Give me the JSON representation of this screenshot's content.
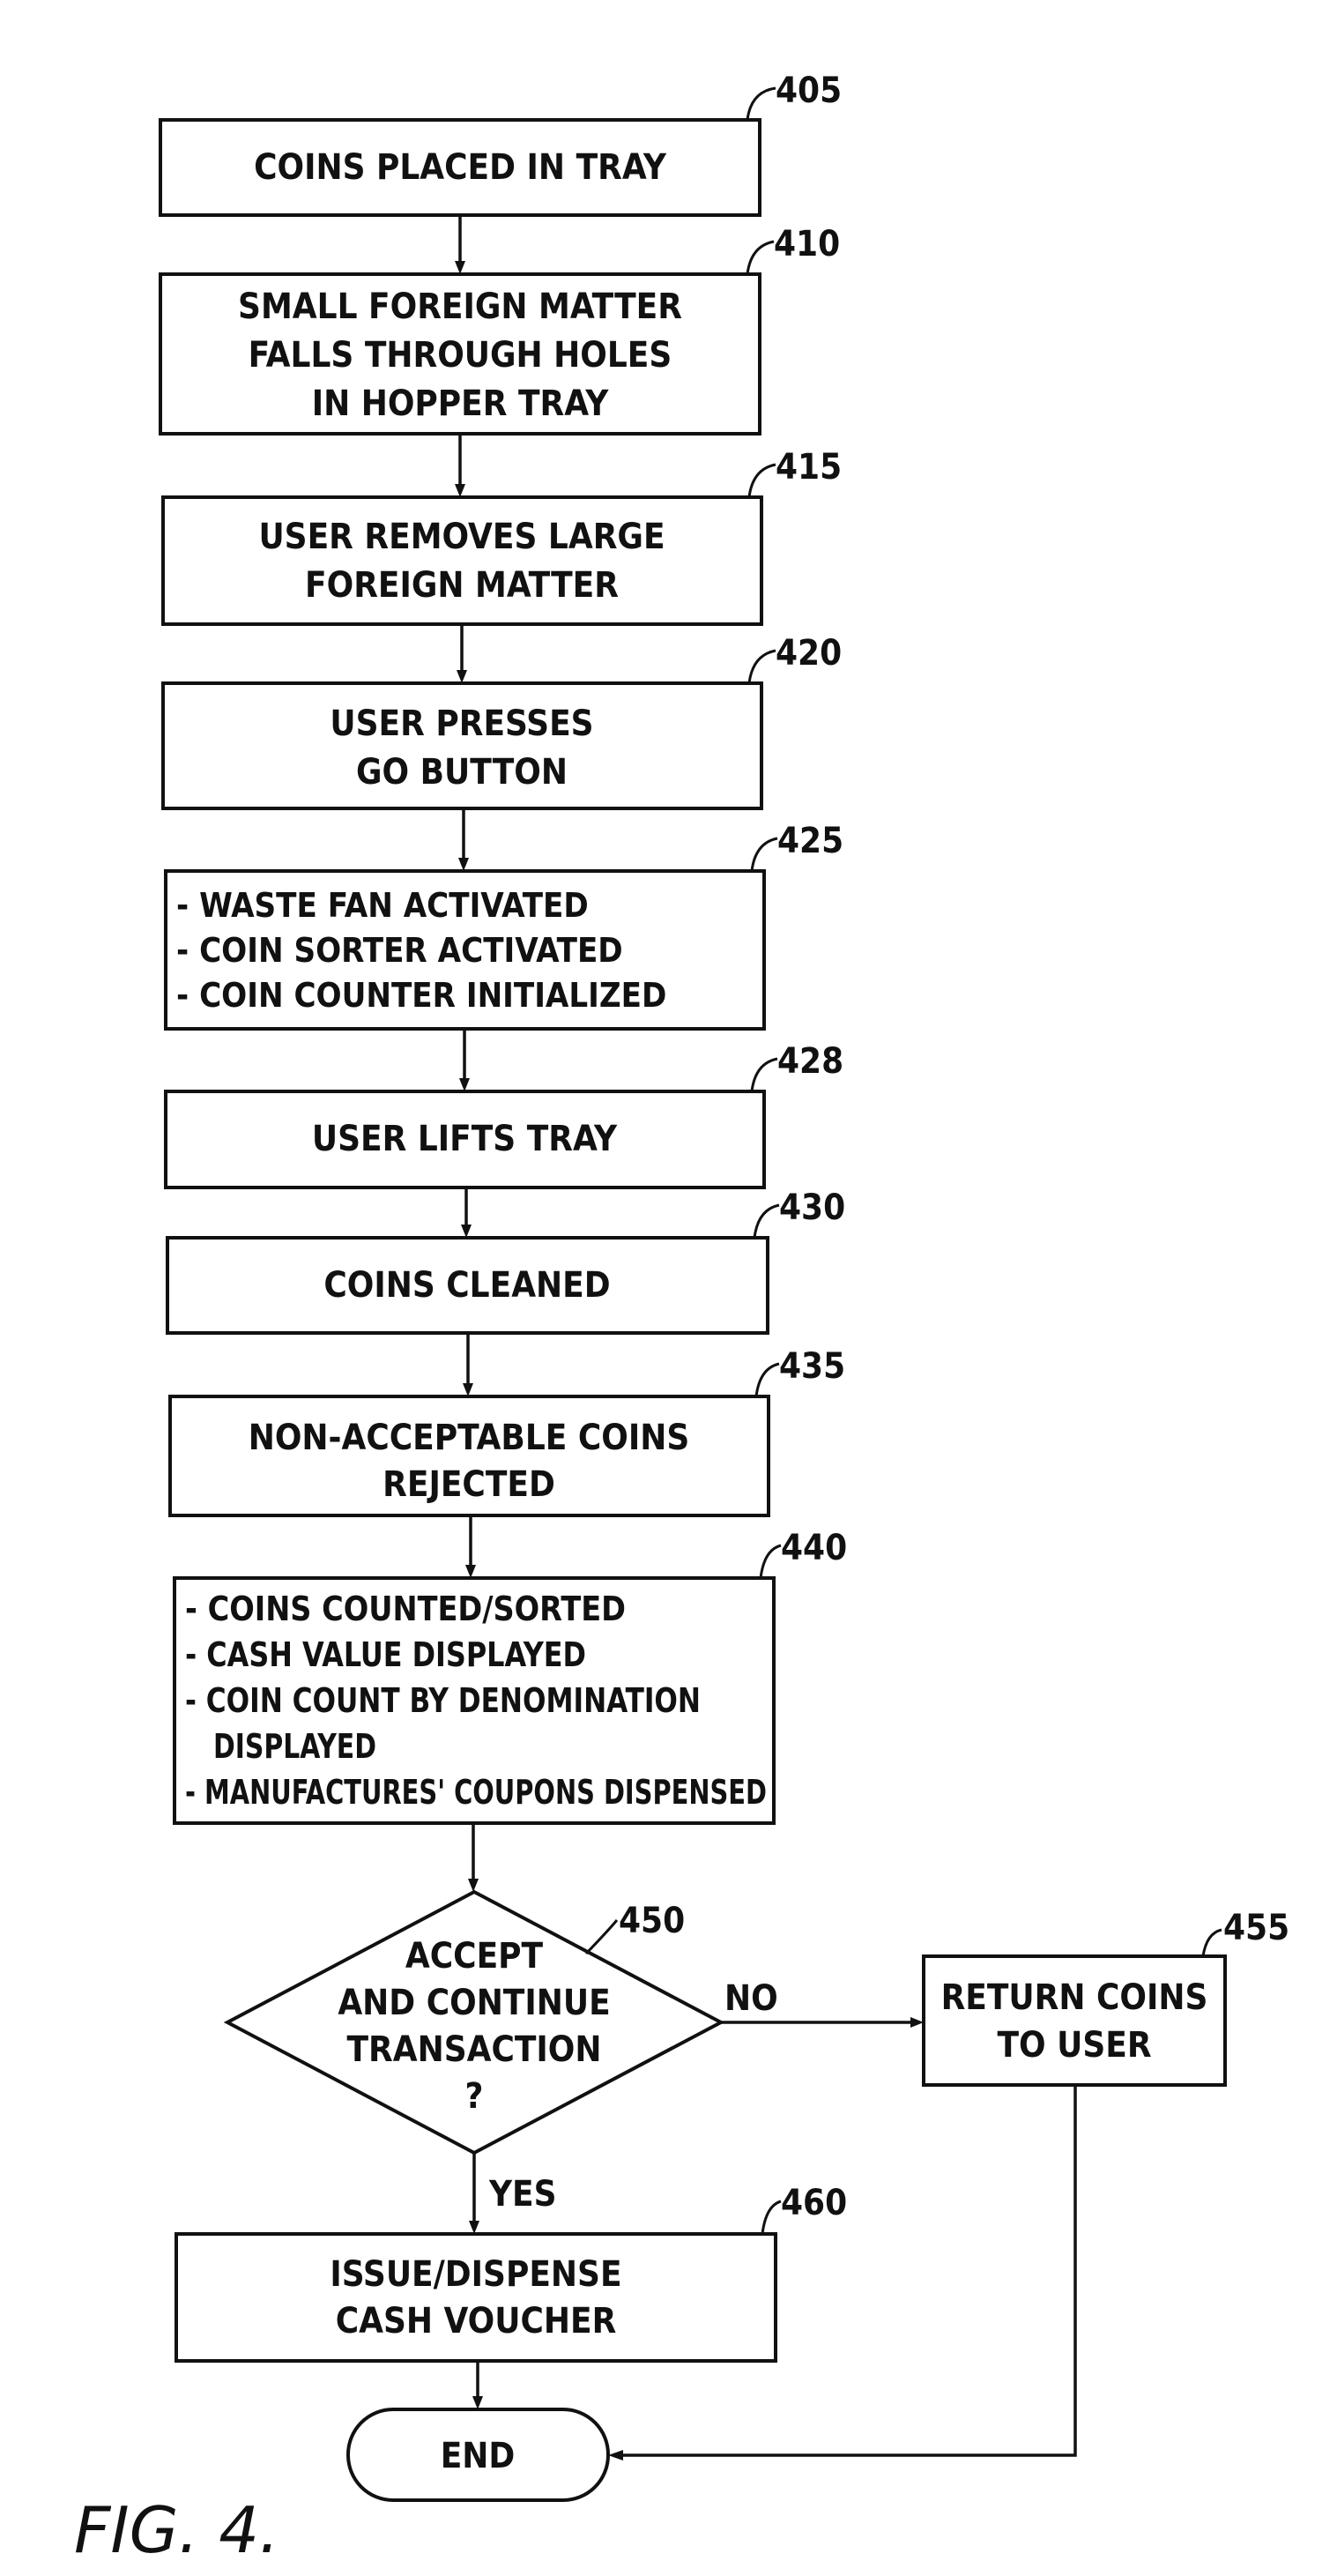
{
  "figure_label": "FIG. 4.",
  "steps": [
    {
      "id": "405",
      "ref": "405",
      "lines": [
        "COINS PLACED IN TRAY"
      ]
    },
    {
      "id": "410",
      "ref": "410",
      "lines": [
        "SMALL FOREIGN MATTER",
        "FALLS THROUGH HOLES",
        "IN HOPPER TRAY"
      ]
    },
    {
      "id": "415",
      "ref": "415",
      "lines": [
        "USER REMOVES LARGE",
        "FOREIGN MATTER"
      ]
    },
    {
      "id": "420",
      "ref": "420",
      "lines": [
        "USER PRESSES",
        "GO BUTTON"
      ]
    },
    {
      "id": "425",
      "ref": "425",
      "lines": [
        "- WASTE FAN ACTIVATED",
        "- COIN SORTER ACTIVATED",
        "- COIN COUNTER INITIALIZED"
      ]
    },
    {
      "id": "428",
      "ref": "428",
      "lines": [
        "USER LIFTS TRAY"
      ]
    },
    {
      "id": "430",
      "ref": "430",
      "lines": [
        "COINS CLEANED"
      ]
    },
    {
      "id": "435",
      "ref": "435",
      "lines": [
        "NON-ACCEPTABLE COINS",
        "REJECTED"
      ]
    },
    {
      "id": "440",
      "ref": "440",
      "lines": [
        "- COINS COUNTED/SORTED",
        "- CASH VALUE DISPLAYED",
        "- COIN COUNT BY DENOMINATION",
        "DISPLAYED",
        "- MANUFACTURES' COUPONS DISPENSED"
      ]
    },
    {
      "id": "450",
      "ref": "450",
      "lines": [
        "ACCEPT",
        "AND CONTINUE",
        "TRANSACTION",
        "?"
      ]
    },
    {
      "id": "455",
      "ref": "455",
      "lines": [
        "RETURN COINS",
        "TO USER"
      ]
    },
    {
      "id": "460",
      "ref": "460",
      "lines": [
        "ISSUE/DISPENSE",
        "CASH VOUCHER"
      ]
    },
    {
      "id": "end",
      "ref": "",
      "lines": [
        "END"
      ]
    }
  ],
  "edges": [
    {
      "from": "405",
      "to": "410",
      "label": ""
    },
    {
      "from": "410",
      "to": "415",
      "label": ""
    },
    {
      "from": "415",
      "to": "420",
      "label": ""
    },
    {
      "from": "420",
      "to": "425",
      "label": ""
    },
    {
      "from": "425",
      "to": "428",
      "label": ""
    },
    {
      "from": "428",
      "to": "430",
      "label": ""
    },
    {
      "from": "430",
      "to": "435",
      "label": ""
    },
    {
      "from": "435",
      "to": "440",
      "label": ""
    },
    {
      "from": "440",
      "to": "450",
      "label": ""
    },
    {
      "from": "450",
      "to": "455",
      "label": "NO"
    },
    {
      "from": "450",
      "to": "460",
      "label": "YES"
    },
    {
      "from": "460",
      "to": "end",
      "label": ""
    },
    {
      "from": "455",
      "to": "end",
      "label": ""
    }
  ]
}
